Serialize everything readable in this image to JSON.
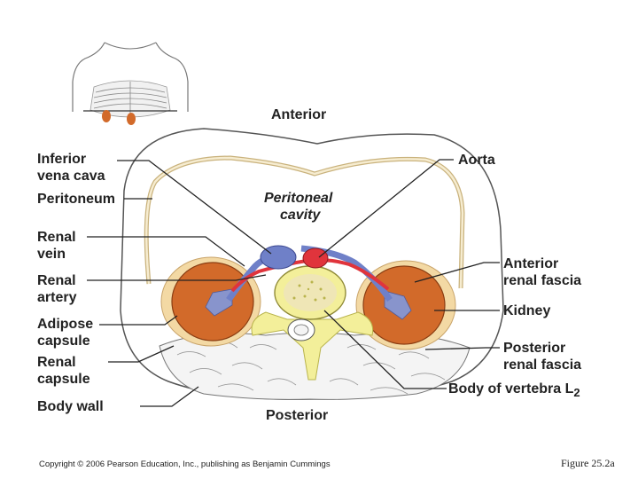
{
  "labels": {
    "anterior": "Anterior",
    "posterior": "Posterior",
    "peritoneal_cavity": [
      "Peritoneal",
      "cavity"
    ],
    "inferior_vena_cava": [
      "Inferior",
      "vena cava"
    ],
    "peritoneum": "Peritoneum",
    "renal_vein": [
      "Renal",
      "vein"
    ],
    "renal_artery": [
      "Renal",
      "artery"
    ],
    "adipose_capsule": [
      "Adipose",
      "capsule"
    ],
    "renal_capsule": [
      "Renal",
      "capsule"
    ],
    "body_wall": "Body wall",
    "aorta": "Aorta",
    "anterior_renal_fascia": [
      "Anterior",
      "renal fascia"
    ],
    "kidney": "Kidney",
    "posterior_renal_fascia": [
      "Posterior",
      "renal fascia"
    ],
    "body_of_vertebra": "Body of vertebra L",
    "vertebra_subscript": "2"
  },
  "footer": {
    "copyright": "Copyright © 2006 Pearson Education, Inc., publishing as Benjamin Cummings",
    "figure_number": "Figure 25.2a"
  },
  "colors": {
    "kidney": "#d26a2a",
    "adipose": "#f3d9a4",
    "vein": "#6f80c8",
    "artery": "#e0343c",
    "vertebra": "#f3ef9a",
    "peritoneum": "#e9d8a6"
  }
}
